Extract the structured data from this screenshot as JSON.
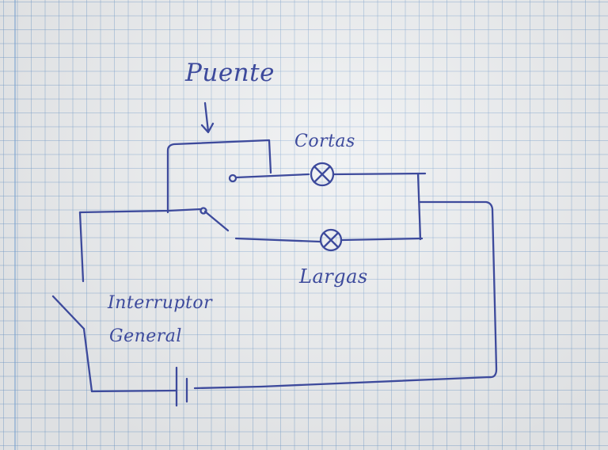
{
  "labels": {
    "puente": "Puente",
    "cortas": "Cortas",
    "largas": "Largas",
    "interruptor_line1": "Interruptor",
    "interruptor_line2": "General"
  },
  "ink_color": "#3d4a9c",
  "grid_color": "#8fb2d6"
}
